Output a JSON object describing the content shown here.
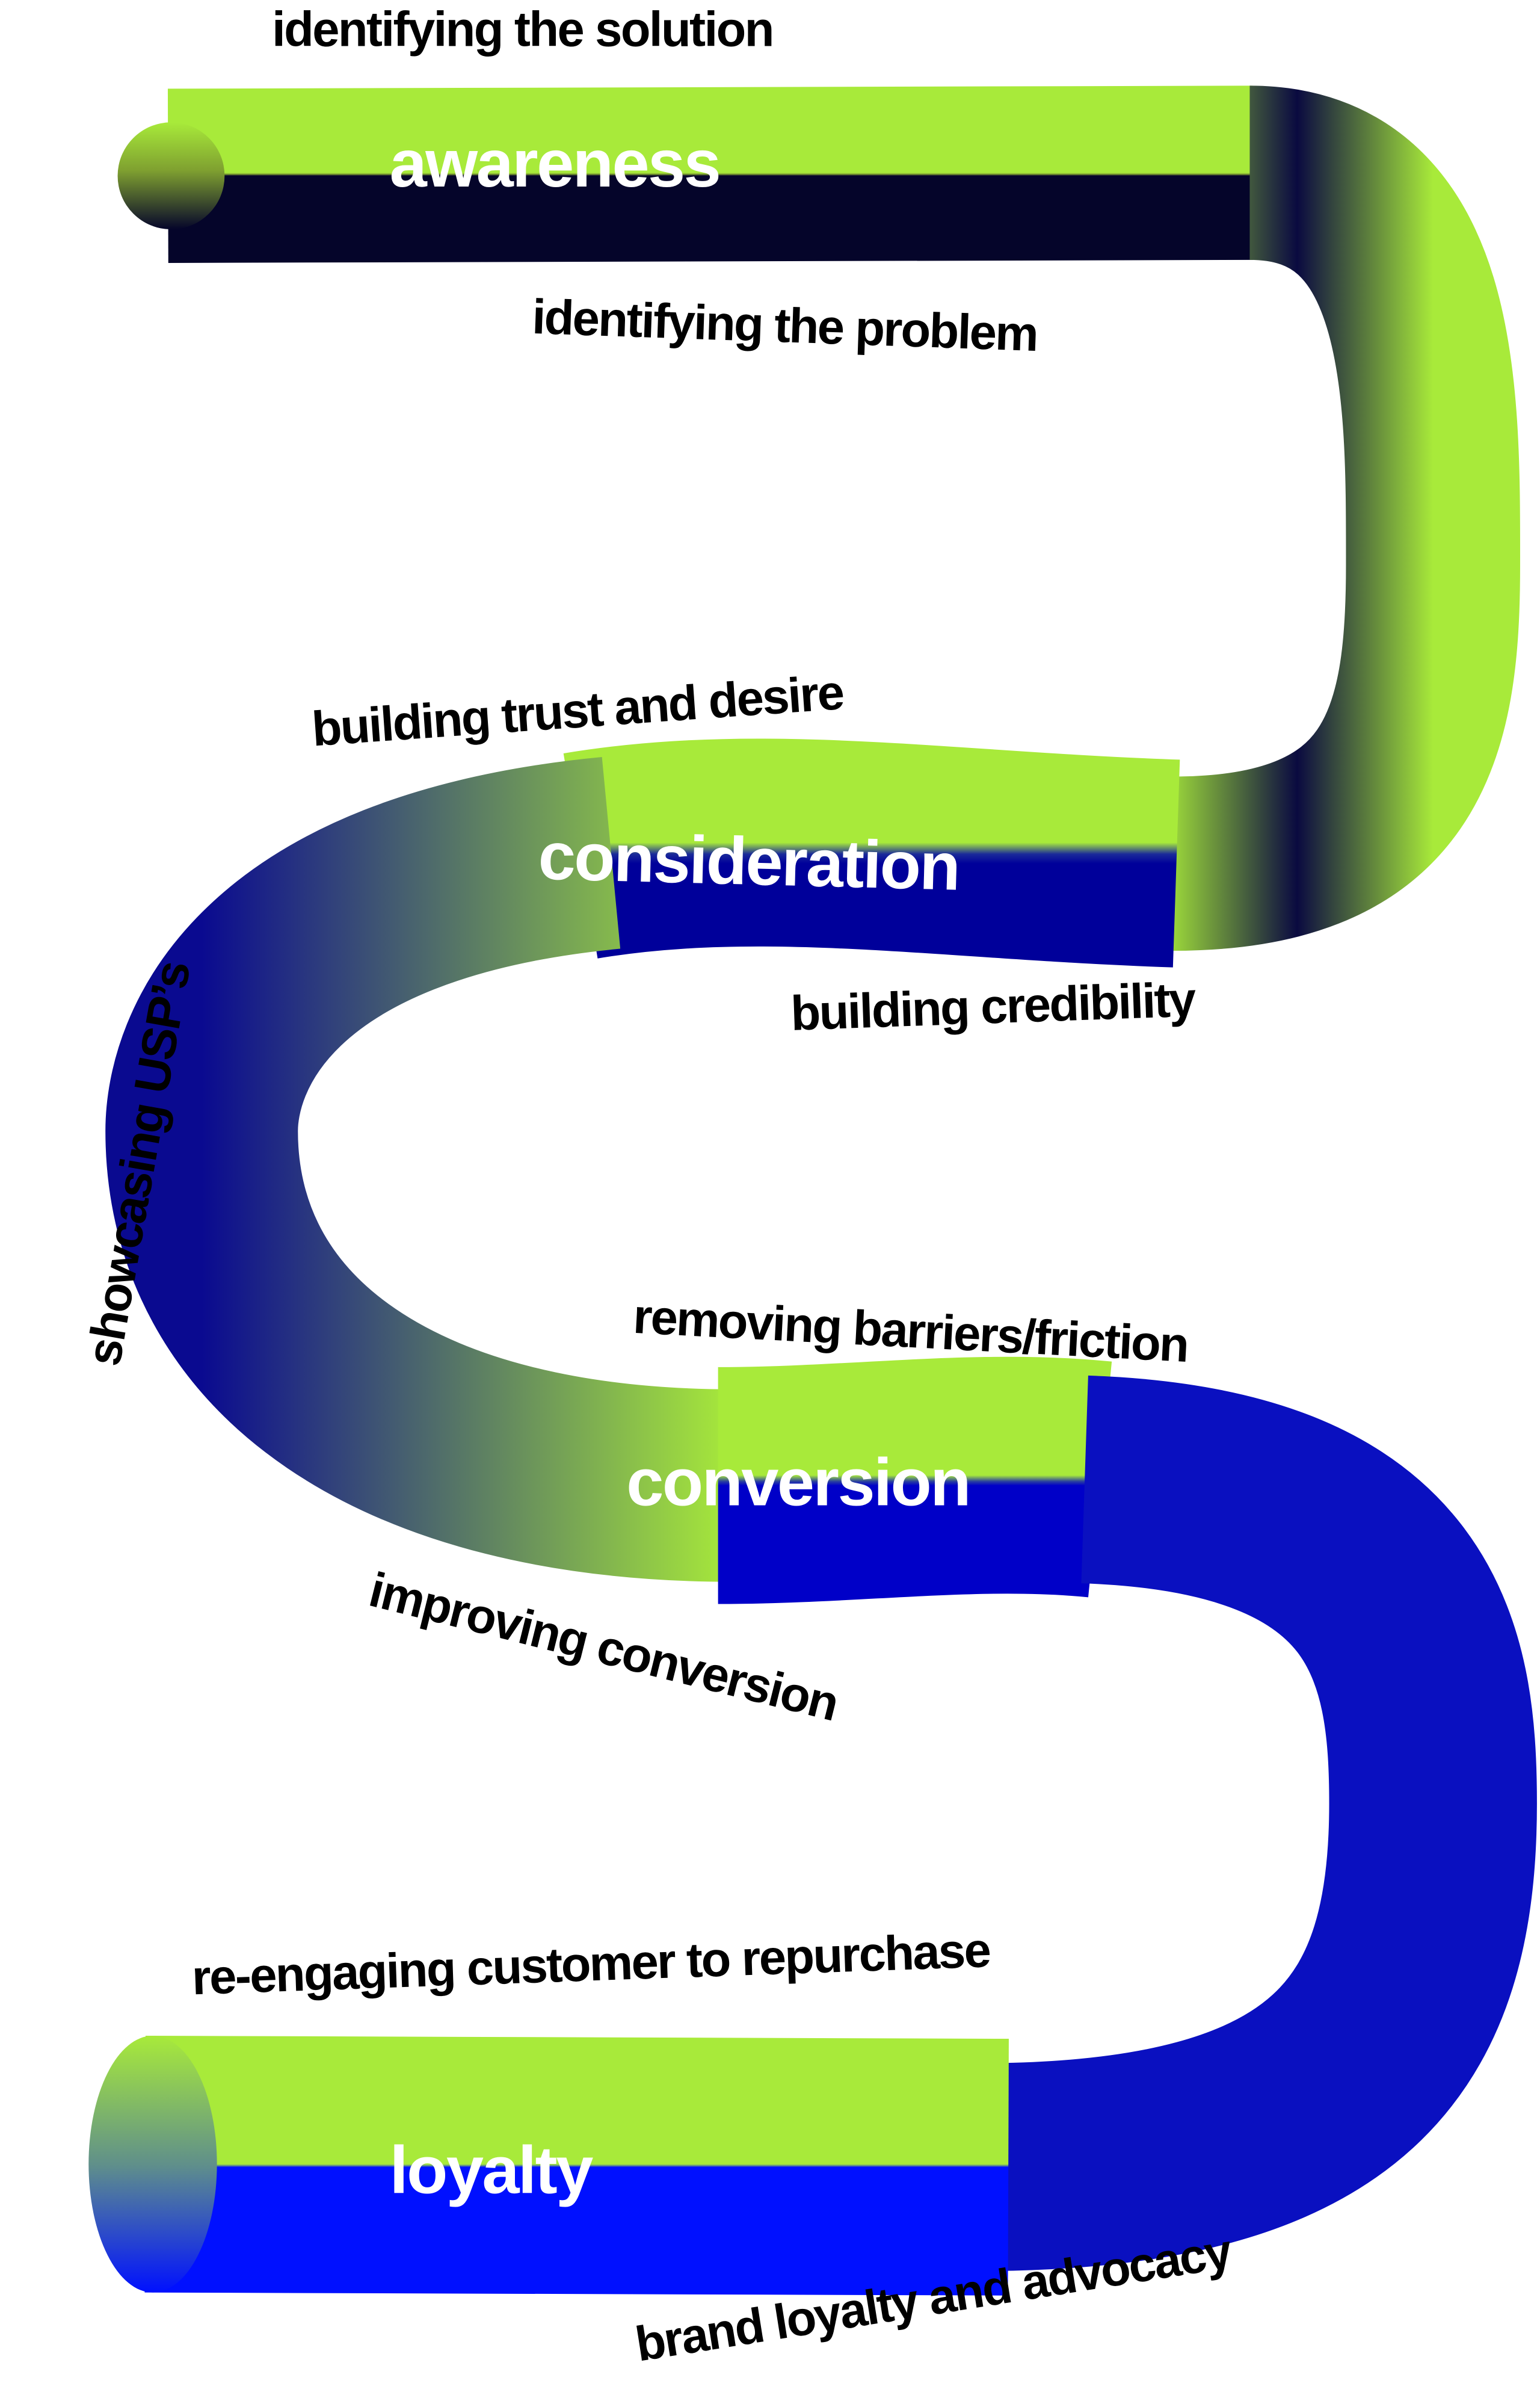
{
  "colors": {
    "lime": "#a8ea3a",
    "navy": "#0a0a3a",
    "blue": "#0000e0",
    "bright_blue": "#0010ff"
  },
  "stages": [
    {
      "label": "awareness",
      "above": "identifying the solution",
      "below": "identifying the problem"
    },
    {
      "label": "consideration",
      "above": "building trust and desire",
      "below": "building credibility"
    },
    {
      "label": "conversion",
      "above": "removing barriers/friction",
      "below": "improving conversion"
    },
    {
      "label": "loyalty",
      "above": "re-engaging customer to repurchase",
      "below": "brand loyalty and advocacy"
    }
  ],
  "side_note": "showcasing USP’s"
}
